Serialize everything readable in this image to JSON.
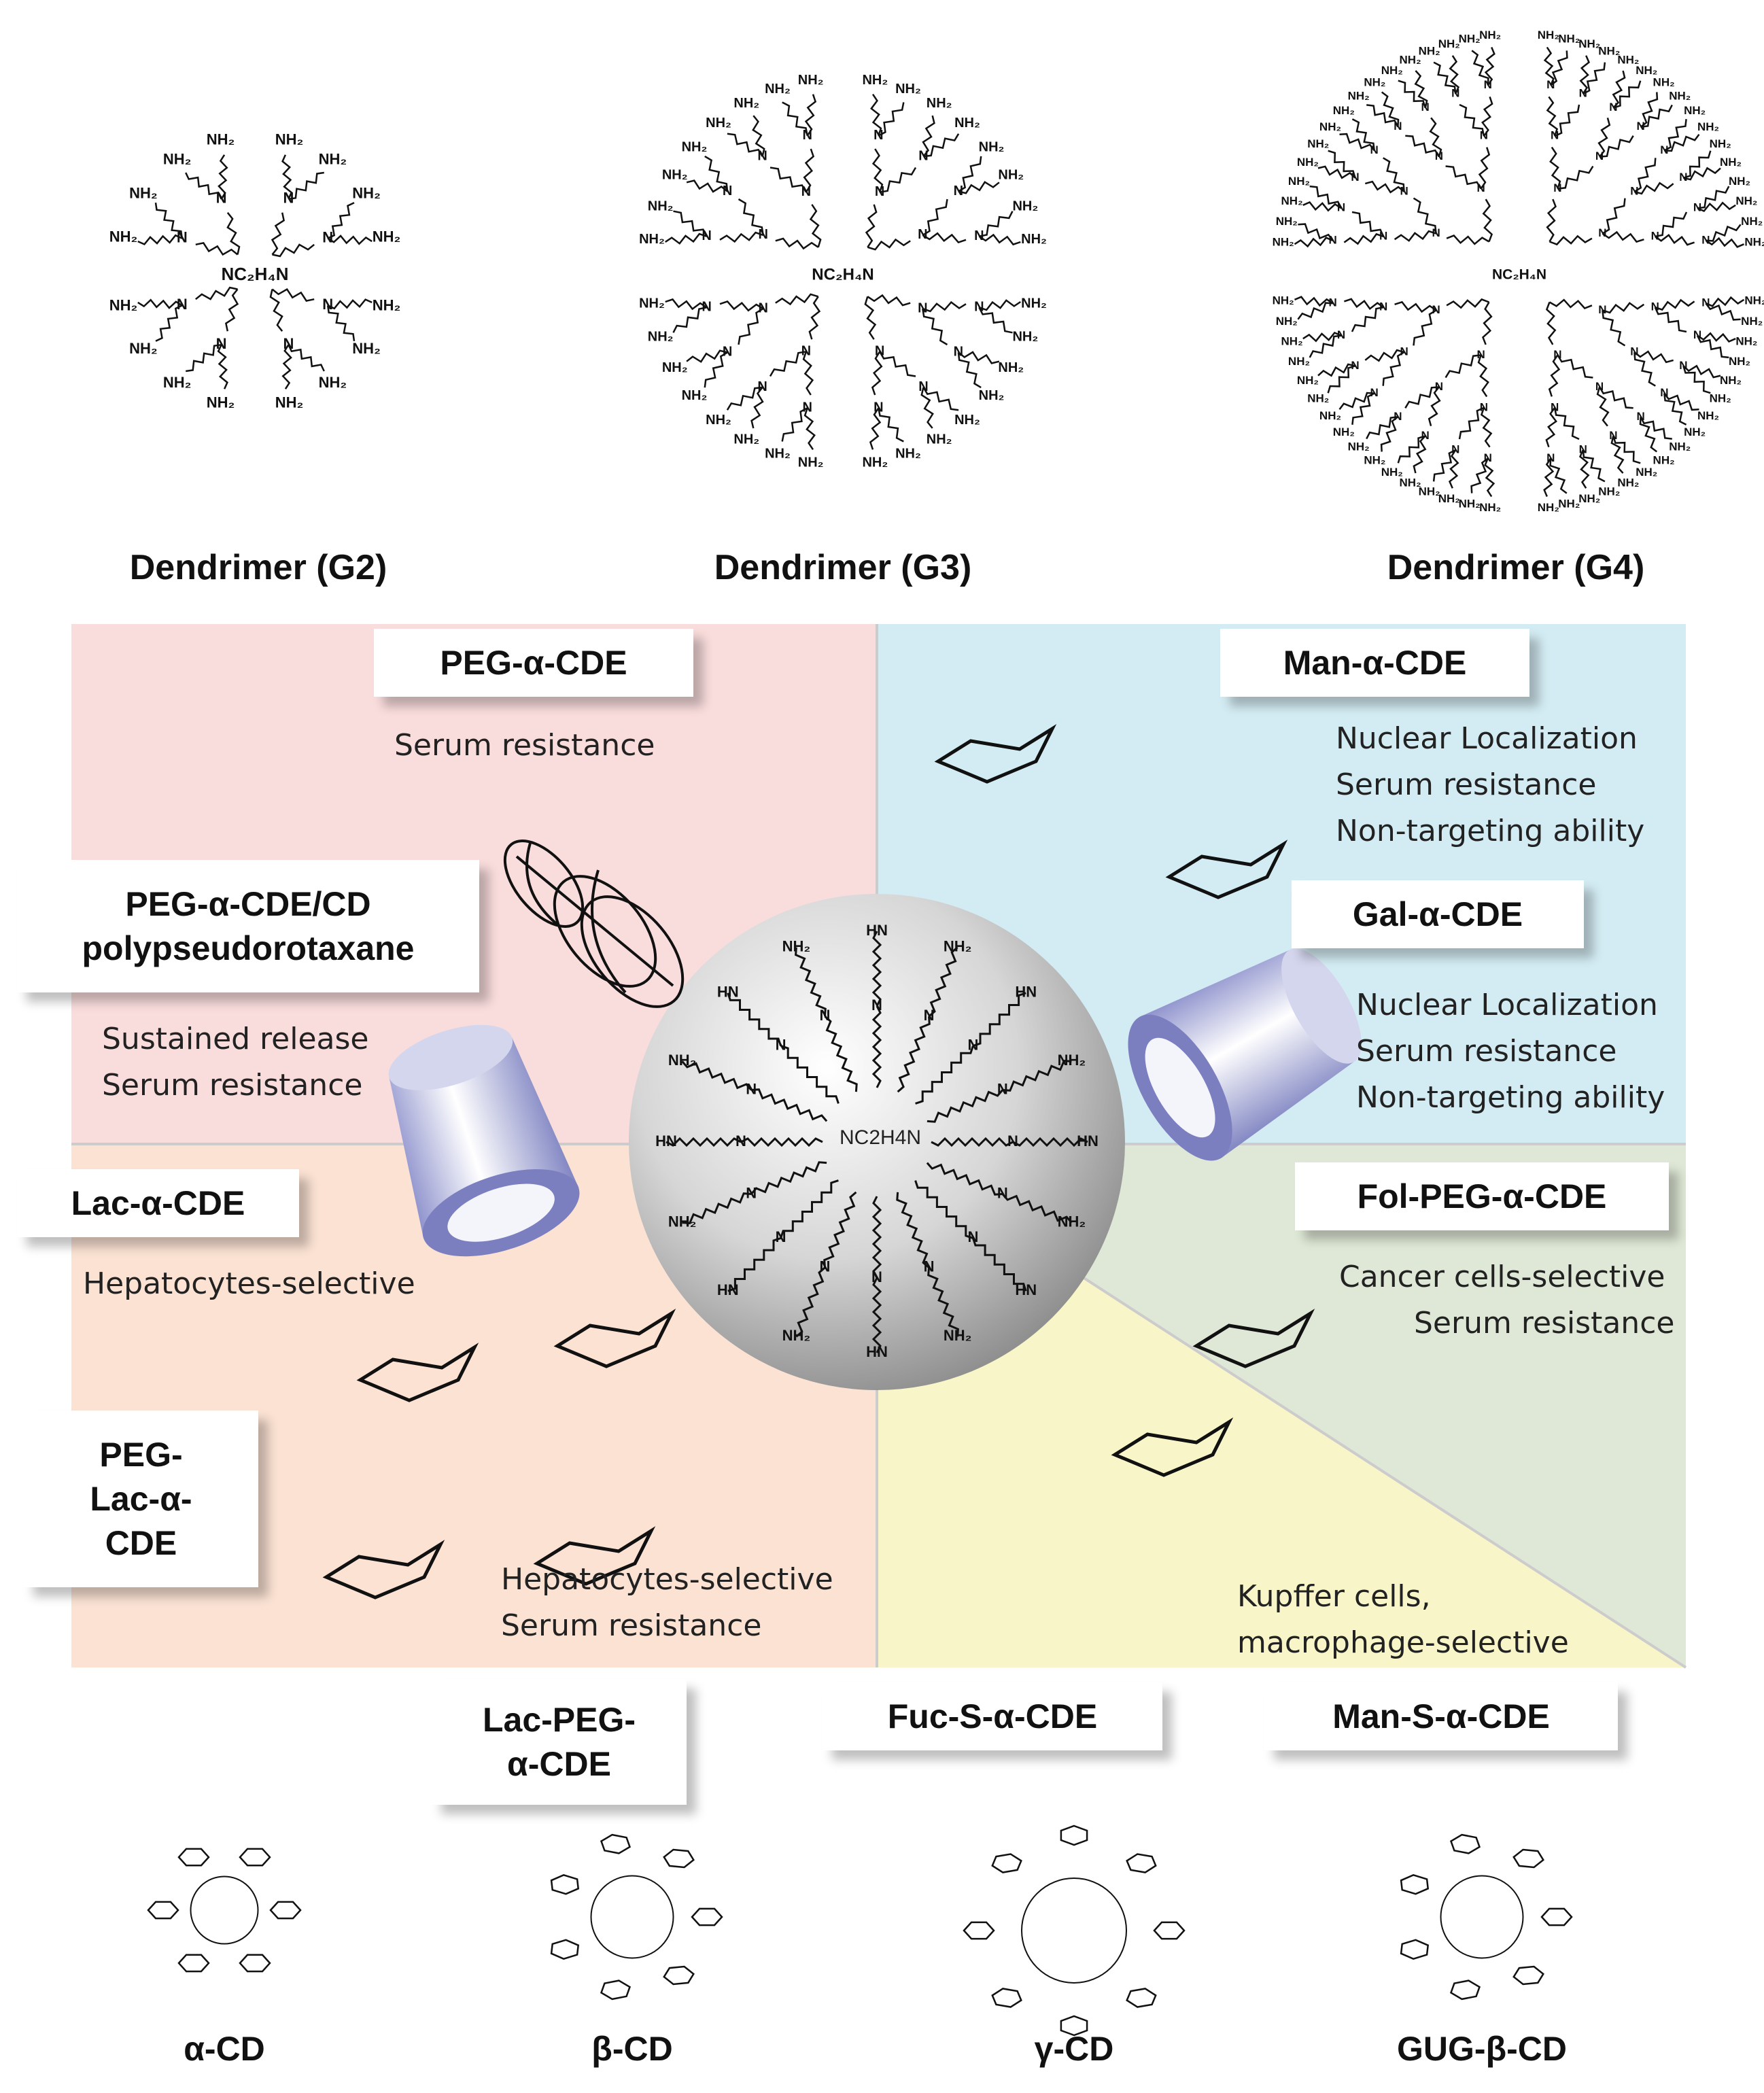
{
  "dendrimers": [
    {
      "label": "Dendrimer (G2)"
    },
    {
      "label": "Dendrimer (G3)"
    },
    {
      "label": "Dendrimer (G4)"
    }
  ],
  "core": {
    "text": "NC2H4N"
  },
  "panels": {
    "peg": {
      "title": "PEG-α-CDE",
      "props": [
        "Serum resistance"
      ],
      "color": "#f9dcdc"
    },
    "man": {
      "title": "Man-α-CDE",
      "props": [
        "Nuclear Localization",
        "Serum resistance",
        "Non-targeting  ability"
      ],
      "color": "#d3ecf3"
    },
    "rotaxane": {
      "title_line1": "PEG-α-CDE/CD",
      "title_line2": "polypseudorotaxane",
      "props": [
        "Sustained release",
        "Serum resistance"
      ]
    },
    "gal": {
      "title": "Gal-α-CDE",
      "props": [
        "Nuclear Localization",
        "Serum resistance",
        "Non-targeting  ability"
      ]
    },
    "lac": {
      "title": "Lac-α-CDE",
      "props": [
        "Hepatocytes-selective"
      ],
      "color": "#fbe2d3"
    },
    "peglac": {
      "title_line1": "PEG-",
      "title_line2": "Lac-α-",
      "title_line3": "CDE"
    },
    "lacpeg": {
      "title_line1": "Lac-PEG-",
      "title_line2": "α-CDE",
      "props": [
        "Hepatocytes-selective",
        "Serum resistance"
      ]
    },
    "fol": {
      "title": "Fol-PEG-α-CDE",
      "props": [
        "Cancer cells-selective",
        "Serum resistance"
      ],
      "color": "#dfe8d6"
    },
    "fuc": {
      "title": "Fuc-S-α-CDE",
      "color": "#f8f6c8"
    },
    "mans": {
      "title": "Man-S-α-CDE",
      "props": [
        "Kupffer cells,",
        "macrophage-selective"
      ]
    }
  },
  "cyclodextrins": [
    {
      "label": "α-CD"
    },
    {
      "label": "β-CD"
    },
    {
      "label": "γ-CD"
    },
    {
      "label": "GUG-β-CD"
    }
  ],
  "colors": {
    "cd_cone": "#7b7fc0",
    "sphere": "#9a9a9a"
  }
}
